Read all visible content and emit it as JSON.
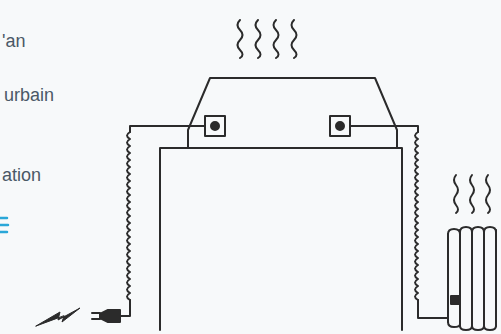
{
  "diagram": {
    "labels": [
      "'an",
      "urbain",
      "ation"
    ]
  }
}
